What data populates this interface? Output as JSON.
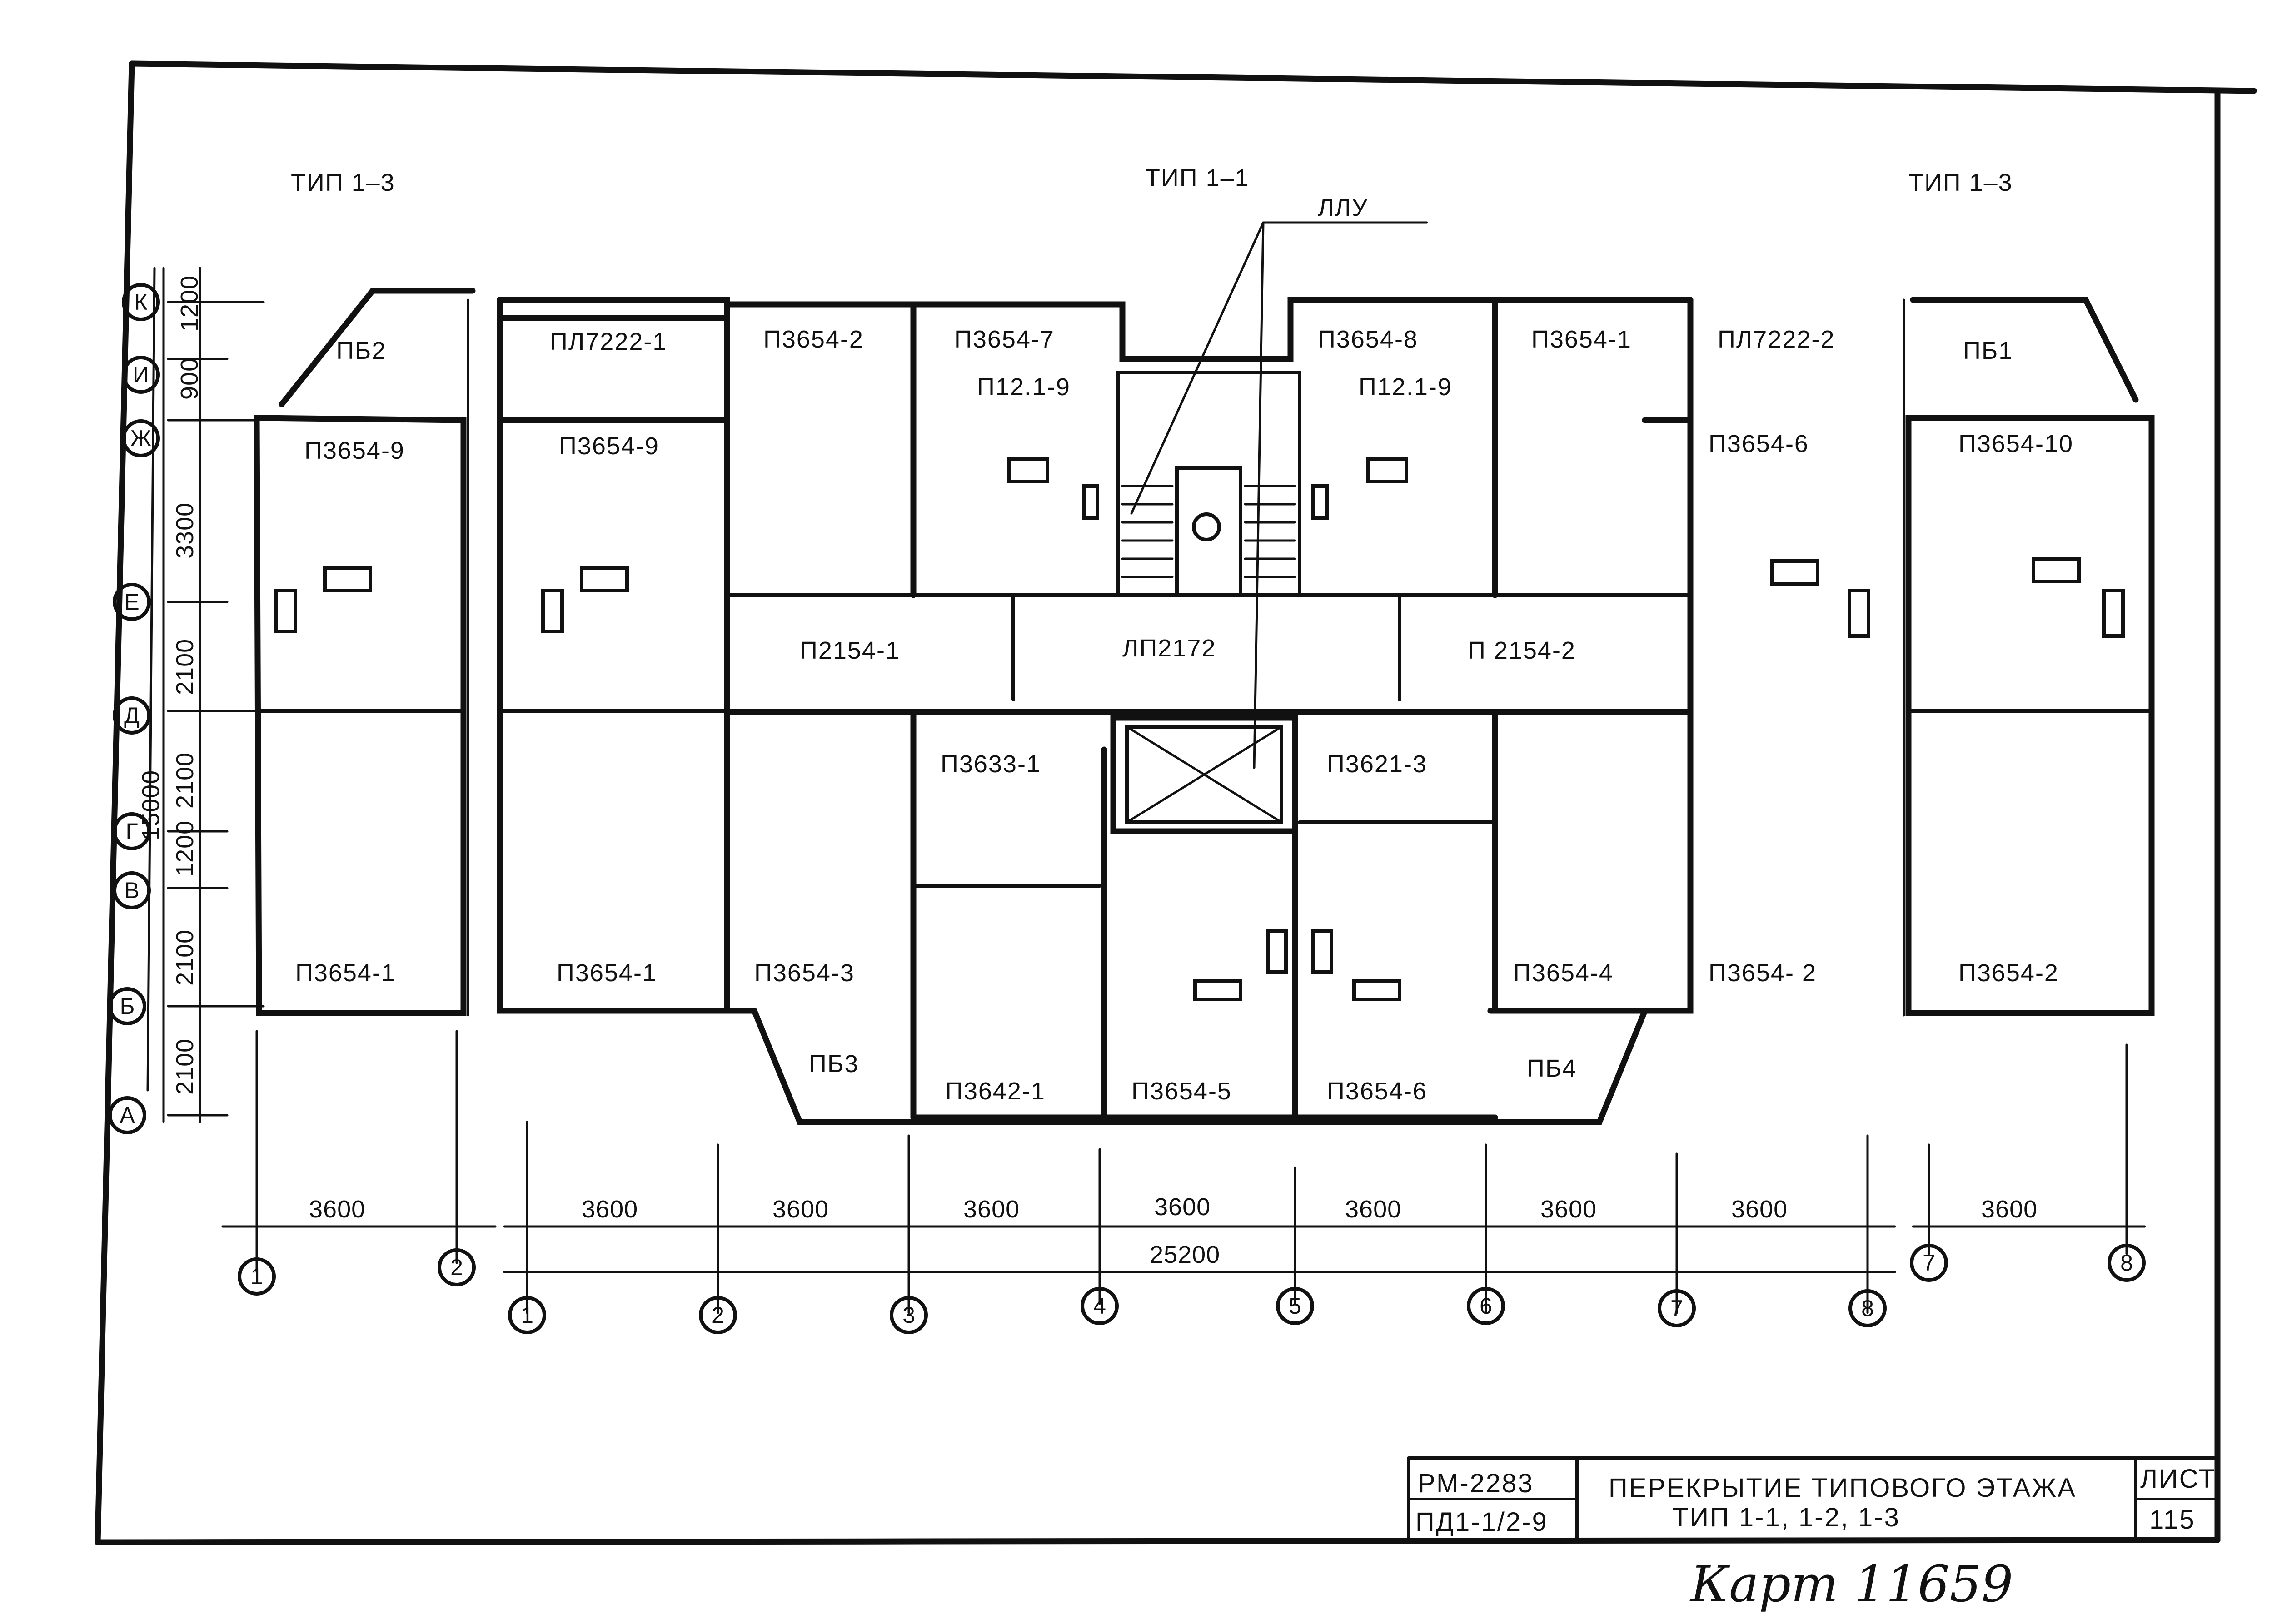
{
  "sections": {
    "left": "ТИП 1–3",
    "center": "ТИП 1–1",
    "right": "ТИП 1–3"
  },
  "callout": "ЛЛУ",
  "panels": {
    "pb2": "ПБ2",
    "pl7222_1": "ПЛ7222-1",
    "p3654_2_top": "П3654-2",
    "p3654_7": "П3654-7",
    "p121_left": "П12.1-9",
    "p3654_8": "П3654-8",
    "p121_right": "П12.1-9",
    "p3654_1_topright": "П3654-1",
    "pl7222_2": "ПЛ7222-2",
    "pb1": "ПБ1",
    "p3654_9_a": "П3654-9",
    "p3654_9_b": "П3654-9",
    "p3654_6_right": "П3654-6",
    "p3654_10": "П3654-10",
    "p2154_1": "П2154-1",
    "lp2172": "ЛП2172",
    "p2154_2": "П 2154-2",
    "p3633_1": "П3633-1",
    "p3621_3": "П3621-3",
    "p3654_1_a": "П3654-1",
    "p3654_1_b": "П3654-1",
    "p3654_3": "П3654-3",
    "p3654_4": "П3654-4",
    "p3654_2_b": "П3654- 2",
    "p3654_2_c": "П3654-2",
    "pb3": "ПБ3",
    "pb4": "ПБ4",
    "p3642_1": "П3642-1",
    "p3654_5": "П3654-5",
    "p3654_6_bottom": "П3654-6"
  },
  "row_axes": [
    "К",
    "И",
    "Ж",
    "Е",
    "Д",
    "Г",
    "В",
    "Б",
    "А"
  ],
  "row_dims": [
    "1200",
    "900",
    "3300",
    "2100",
    "2100",
    "1200",
    "2100",
    "2100"
  ],
  "overall_depth": "15000",
  "left_col_axes": [
    "1",
    "2"
  ],
  "center_col_axes": [
    "1",
    "2",
    "3",
    "4",
    "5",
    "6",
    "7",
    "8"
  ],
  "right_col_axes": [
    "7",
    "8"
  ],
  "bay_dim": "3600",
  "overall_width": "25200",
  "titleblock": {
    "code1": "РМ-2283",
    "code2": "ПД1-1/2-9",
    "title1": "ПЕРЕКРЫТИЕ ТИПОВОГО ЭТАЖА",
    "title2": "ТИП 1-1, 1-2, 1-3",
    "sheet_label": "ЛИСТ",
    "sheet_no": "115"
  },
  "handwritten": "Карт 11659"
}
